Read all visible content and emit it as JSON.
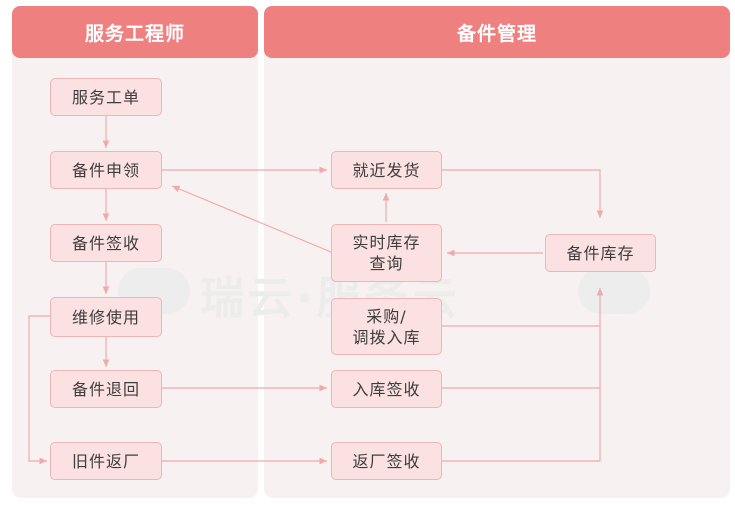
{
  "lanes": {
    "engineer": "服务工程师",
    "parts": "备件管理"
  },
  "nodes": {
    "service_order": "服务工单",
    "parts_request": "备件申领",
    "parts_signoff": "备件签收",
    "repair_use": "维修使用",
    "parts_return": "备件退回",
    "old_return_factory": "旧件返厂",
    "nearby_shipping": "就近发货",
    "realtime_inventory_query": "实时库存\n查询",
    "purchase_transfer_in": "采购/\n调拨入库",
    "inbound_signoff": "入库签收",
    "return_factory_signoff": "返厂签收",
    "parts_inventory": "备件库存"
  },
  "watermark": "瑞云·服务云",
  "colors": {
    "header": "#ee8080",
    "lane_bg": "#f8f1f1",
    "node_fill": "#fbe1e1",
    "node_border": "#efb4b4",
    "arrow": "#f2a9a9",
    "text": "#3d3d3d"
  }
}
